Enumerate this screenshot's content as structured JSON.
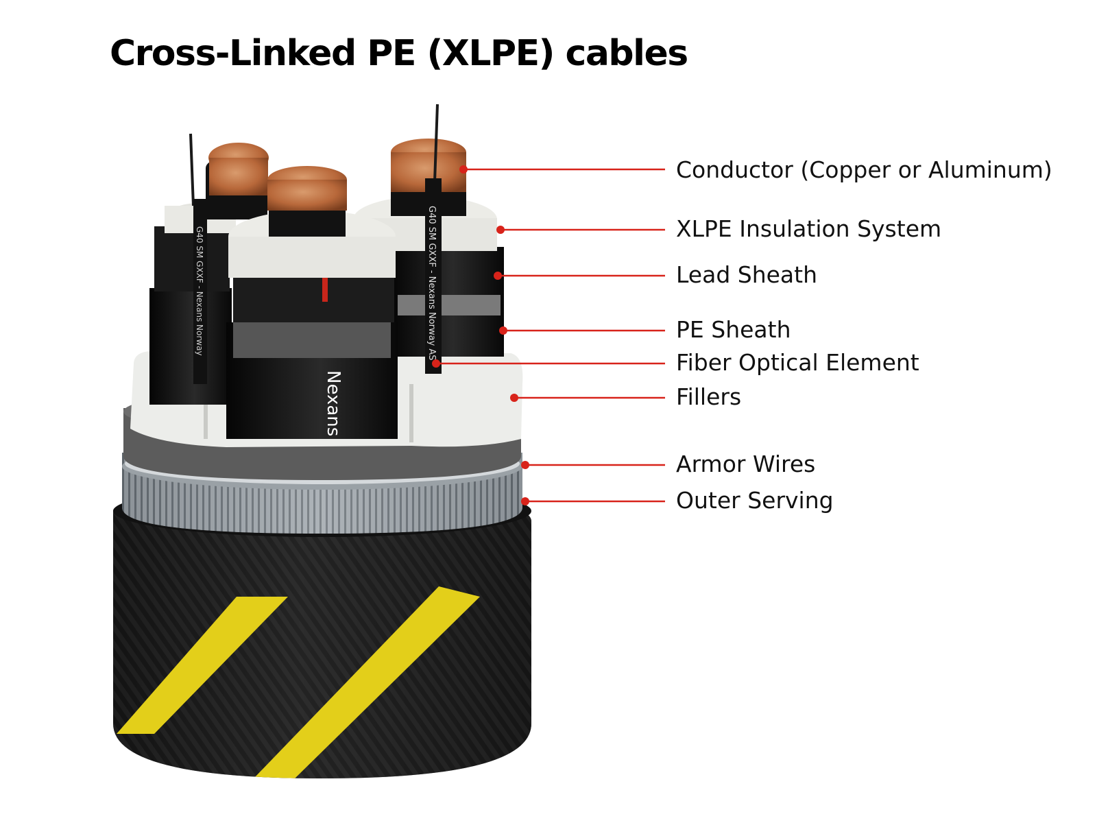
{
  "title": "Cross-Linked PE (XLPE) cables",
  "brand_text": "Nexans",
  "cable_print": {
    "right": "G40 SM GXXF - Nexans Norway AS",
    "left": "G40 SM GXXF - Nexans Norway"
  },
  "colors": {
    "leader_line": "#d8231a",
    "stripe": "#e3cf1a",
    "copper": "#b8683a",
    "insulation": "#e9e9e4"
  },
  "labels": [
    {
      "id": "conductor",
      "text": "Conductor (Copper or Aluminum)"
    },
    {
      "id": "xlpe-insulation",
      "text": "XLPE Insulation System"
    },
    {
      "id": "lead-sheath",
      "text": "Lead Sheath"
    },
    {
      "id": "pe-sheath",
      "text": "PE Sheath"
    },
    {
      "id": "fiber-optical",
      "text": "Fiber Optical Element"
    },
    {
      "id": "fillers",
      "text": "Fillers"
    },
    {
      "id": "armor-wires",
      "text": "Armor Wires"
    },
    {
      "id": "outer-serving",
      "text": "Outer Serving"
    }
  ]
}
